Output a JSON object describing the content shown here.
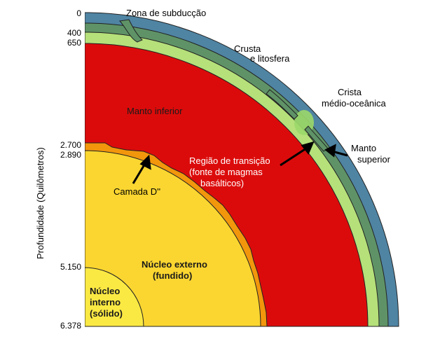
{
  "depths": [
    "0",
    "400",
    "650",
    "2.700",
    "2.890",
    "5.150",
    "6.378"
  ],
  "axis_label": "Profundidade (Quilômetros)",
  "labels": {
    "subduction": "Zona de subducção",
    "crust_1": "Crusta",
    "crust_2": "e litosfera",
    "ridge_1": "Crista",
    "ridge_2": "médio-oceânica",
    "upper_mantle_1": "Manto",
    "upper_mantle_2": "superior",
    "lower_mantle": "Manto inferior",
    "transition_1": "Região de transição",
    "transition_2": "(fonte de magmas",
    "transition_3": "basálticos)",
    "d_layer": "Camada D''",
    "outer_core_1": "Núcleo externo",
    "outer_core_2": "(fundido)",
    "inner_core_1": "Núcleo",
    "inner_core_2": "interno",
    "inner_core_3": "(sólido)"
  },
  "colors": {
    "crust": "#4f84a3",
    "lithosphere": "#5f9367",
    "upper_mantle": "#b5e07a",
    "lower_mantle": "#dc0b0b",
    "d_layer": "#f2960c",
    "outer_core": "#fbd630",
    "inner_core": "#fbe943"
  }
}
